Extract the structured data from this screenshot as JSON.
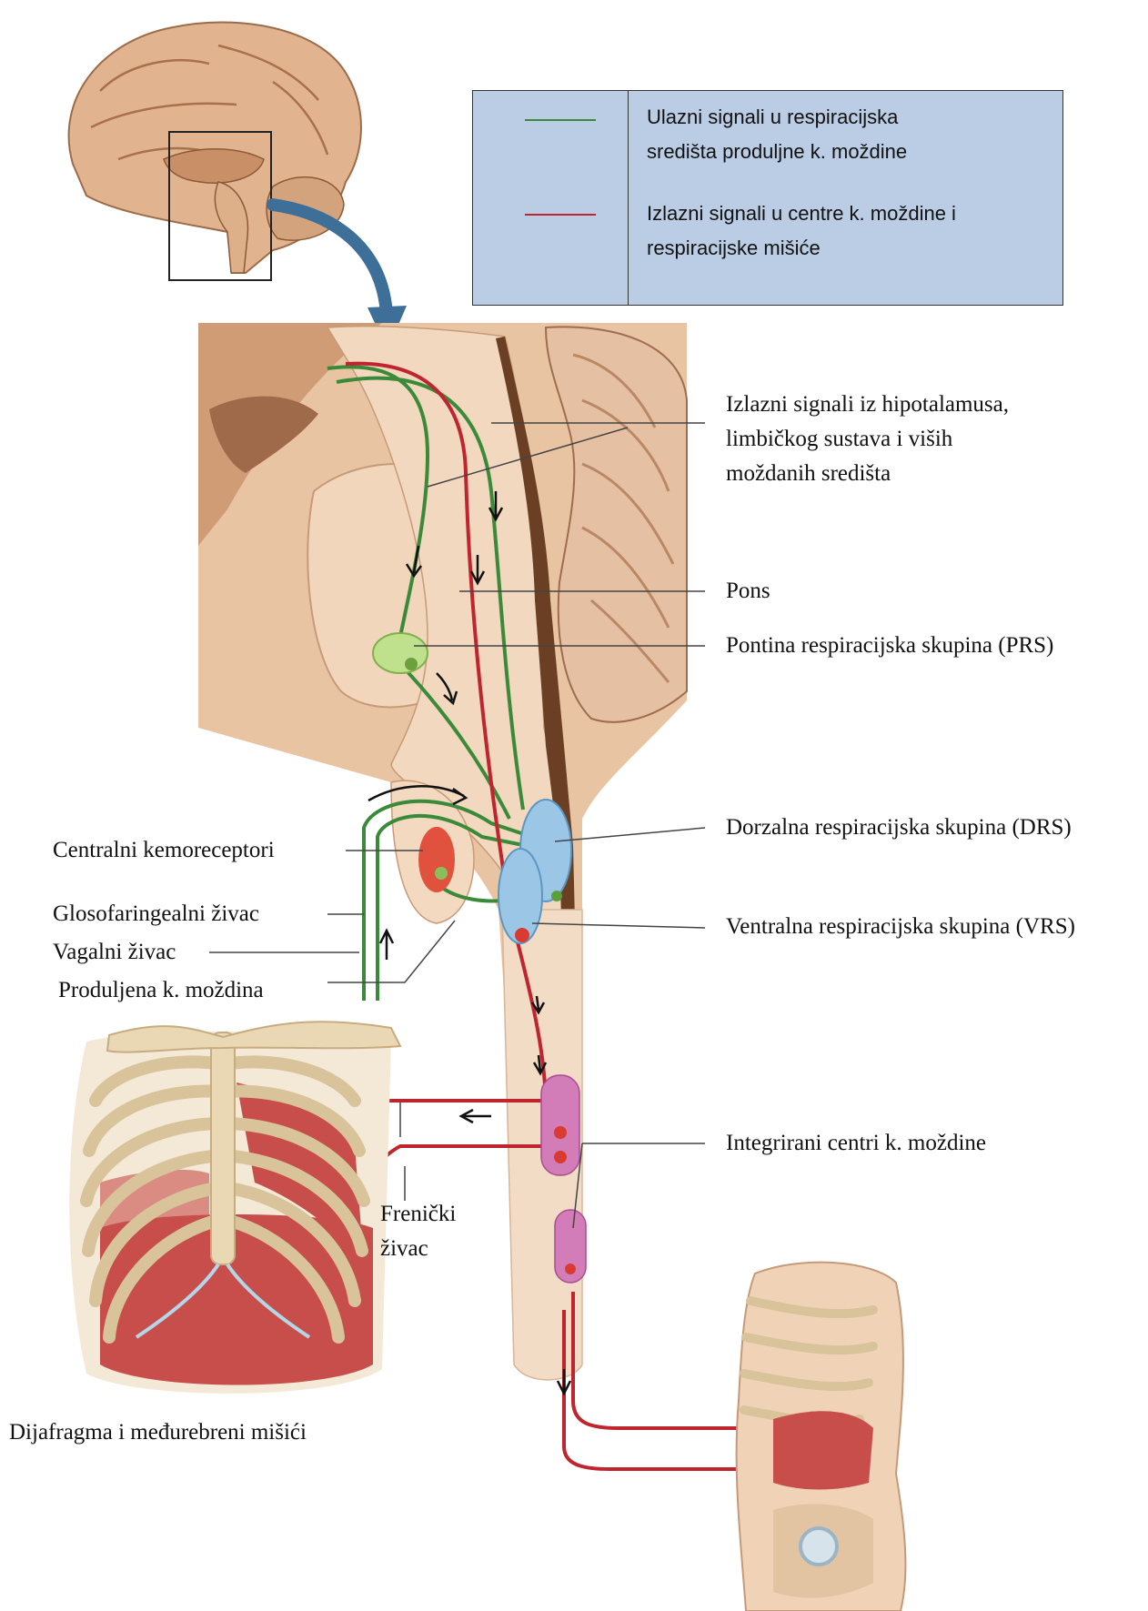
{
  "legend": {
    "input_color": "#3a8a3a",
    "output_color": "#c0242e",
    "input_line1": "Ulazni signali u respiracijska",
    "input_line2": "središta  produljne k. moždine",
    "output_line1": "Izlazni signali u centre k. moždine i",
    "output_line2": "respiracijske mišiće"
  },
  "labels": {
    "higher_line1": "Izlazni signali iz hipotalamusa,",
    "higher_line2": "limbičkog sustava i viših",
    "higher_line3": "moždanih središta",
    "pons": "Pons",
    "prs": "Pontina respiracijska skupina (PRS)",
    "drs": "Dorzalna respiracijska skupina (DRS)",
    "vrs": "Ventralna respiracijska skupina (VRS)",
    "central_chemo": "Centralni kemoreceptori",
    "glosso": "Glosofaringealni živac",
    "vagal": "Vagalni živac",
    "medulla": "Produljena k.  moždina",
    "integrated": "Integrirani centri k. moždine",
    "phrenic_line1": "Frenički",
    "phrenic_line2": "živac",
    "diaphragm": "Dijafragma i međurebreni mišići"
  },
  "colors": {
    "brain": "#e7bd98",
    "brain_dark": "#b98b68",
    "tissue": "#f3d9c0",
    "spinal_dark": "#6a3f24",
    "prs": "#bfe08c",
    "drs_vrs": "#9cc6e6",
    "chemoreceptor": "#e0523e",
    "integrated_center": "#d27cb8",
    "muscle": "#c84e4b",
    "bone": "#ead8b4",
    "arrow_blue": "#3e6f99"
  }
}
